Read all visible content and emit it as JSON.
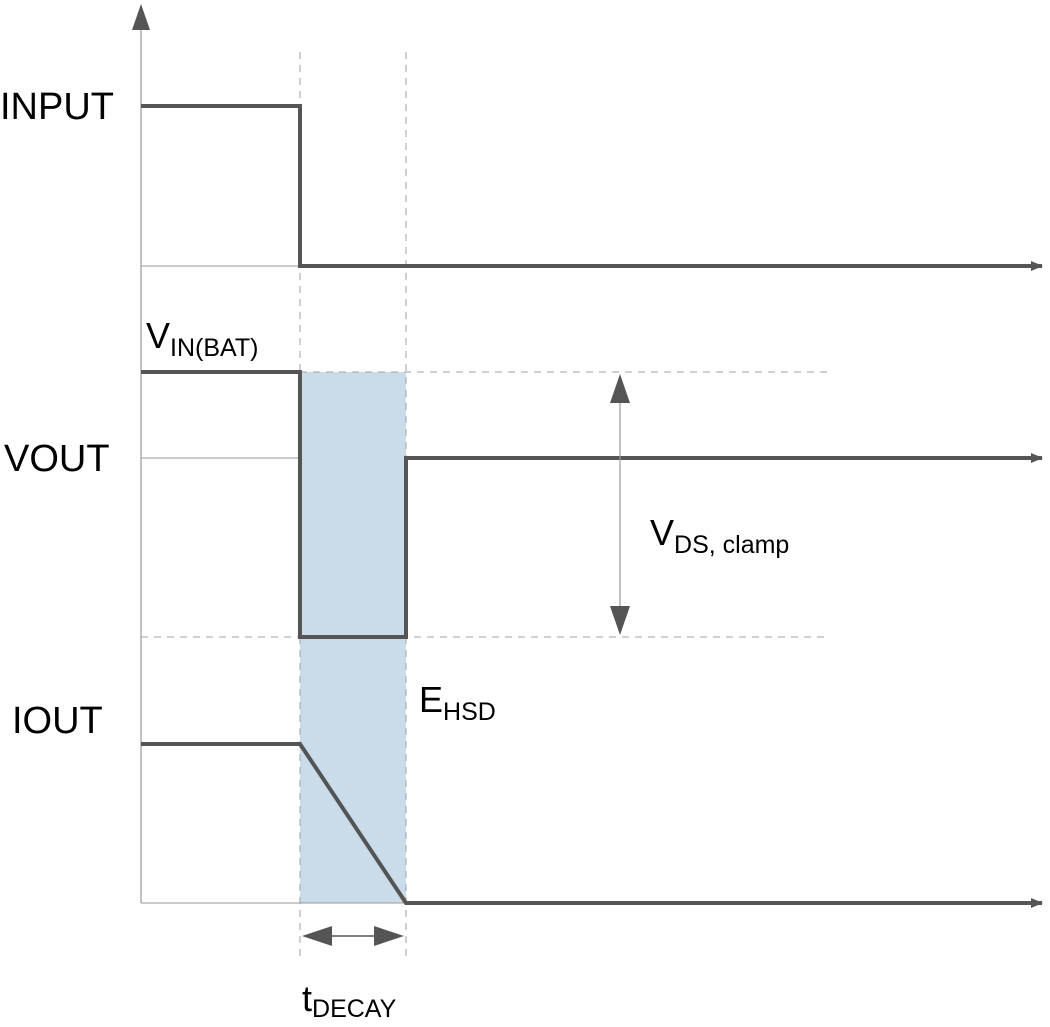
{
  "signals": {
    "input": "INPUT",
    "vout": "VOUT",
    "iout": "IOUT"
  },
  "annotations": {
    "vin_main": "V",
    "vin_sub": "IN(BAT)",
    "vds_main": "V",
    "vds_sub": "DS, clamp",
    "ehsd_main": "E",
    "ehsd_sub": "HSD",
    "tdecay_main": "t",
    "tdecay_sub": "DECAY"
  },
  "colors": {
    "waveform": "#555555",
    "axis": "#999999",
    "guide": "#a0a0a0",
    "energy_fill": "#cadcea"
  }
}
